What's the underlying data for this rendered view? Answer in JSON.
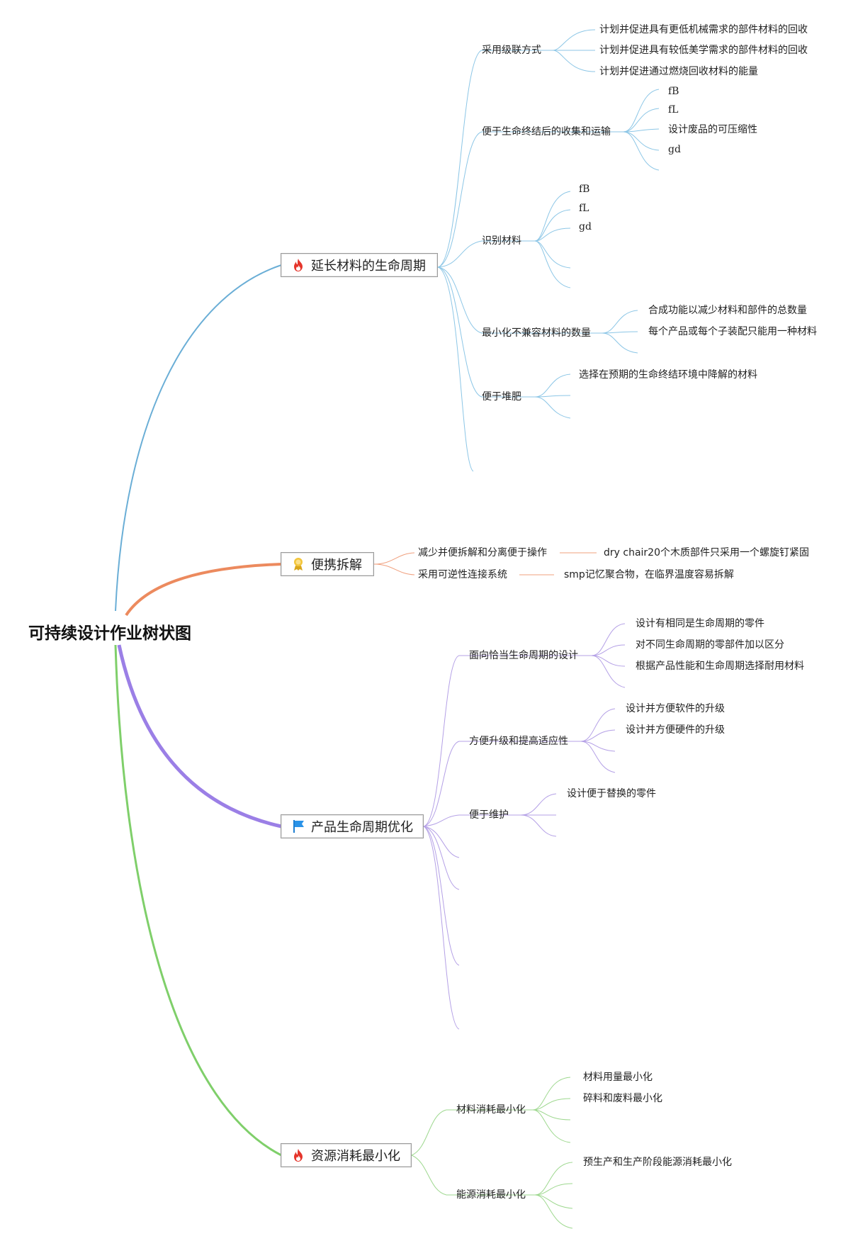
{
  "title": "可持续设计作业树状图",
  "colors": {
    "blue": "#7fbfdf",
    "orange": "#f0906a",
    "purple": "#a98ee0",
    "green": "#8fd07f"
  },
  "branches": [
    {
      "label": "延长材料的生命周期",
      "icon": "flame-icon",
      "color": "#6aaed6"
    },
    {
      "label": "便携拆解",
      "icon": "award-ribbon-icon",
      "color": "#ec8a5e"
    },
    {
      "label": "产品生命周期优化",
      "icon": "flag-icon",
      "color": "#9b7fe6"
    },
    {
      "label": "资源消耗最小化",
      "icon": "flame-icon",
      "color": "#7fcf6a"
    }
  ],
  "b1": {
    "cascade": "采用级联方式",
    "cascade_items": [
      "计划并促进具有更低机械需求的部件材料的回收",
      "计划并促进具有较低美学需求的部件材料的回收",
      "计划并促进通过燃烧回收材料的能量"
    ],
    "collect": "便于生命终结后的收集和运输",
    "collect_items": [
      "fB",
      "fL",
      "设计废品的可压缩性",
      "gd"
    ],
    "identify": "识别材料",
    "identify_items": [
      "fB",
      "fL",
      "gd"
    ],
    "minimize": "最小化不兼容材料的数量",
    "minimize_items": [
      "合成功能以减少材料和部件的总数量",
      "每个产品或每个子装配只能用一种材料"
    ],
    "compost": "便于堆肥",
    "compost_items": [
      "选择在预期的生命终结环境中降解的材料"
    ]
  },
  "b2": {
    "reduce": "减少并便拆解和分离便于操作",
    "reduce_note": "dry chair20个木质部件只采用一个螺旋钉紧固",
    "reversible": "采用可逆性连接系统",
    "reversible_note": "smp记忆聚合物，在临界温度容易拆解"
  },
  "b3": {
    "lifecycle": "面向恰当生命周期的设计",
    "lifecycle_items": [
      "设计有相同是生命周期的零件",
      "对不同生命周期的零部件加以区分",
      "根据产品性能和生命周期选择耐用材料"
    ],
    "upgrade": "方便升级和提高适应性",
    "upgrade_items": [
      "设计并方便软件的升级",
      "设计并方便硬件的升级"
    ],
    "maintain": "便于维护",
    "maintain_items": [
      "设计便于替换的零件"
    ]
  },
  "b4": {
    "material": "材料消耗最小化",
    "material_items": [
      "材料用量最小化",
      "碎料和废料最小化"
    ],
    "energy": "能源消耗最小化",
    "energy_items": [
      "预生产和生产阶段能源消耗最小化"
    ]
  }
}
